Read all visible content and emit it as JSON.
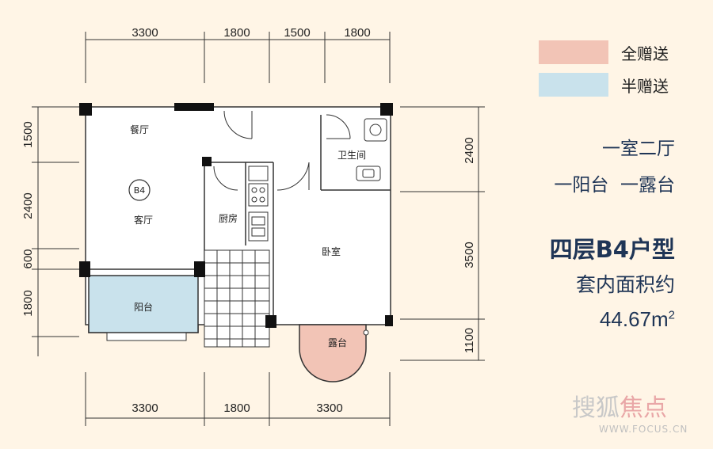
{
  "dimensions": {
    "top": [
      "3300",
      "1800",
      "1500",
      "1800"
    ],
    "bottom": [
      "3300",
      "1800",
      "3300"
    ],
    "left": [
      "1500",
      "2400",
      "600",
      "1800"
    ],
    "right": [
      "2400",
      "3500",
      "1100"
    ]
  },
  "rooms": {
    "dining": "餐厅",
    "living": "客厅",
    "unit_tag": "B4",
    "kitchen": "厨房",
    "bathroom": "卫生间",
    "bedroom": "卧室",
    "balcony": "阳台",
    "terrace": "露台"
  },
  "legend": [
    {
      "label": "全赠送",
      "color": "#f2c4b6"
    },
    {
      "label": "半赠送",
      "color": "#c9e2ec"
    }
  ],
  "info": {
    "layout": "一室二厅",
    "features": "一阳台  一露台",
    "unit_type": "四层B4户型",
    "area_label": "套内面积约",
    "area_value": "44.67m",
    "area_sup": "2"
  },
  "watermark": {
    "brand_a": "搜狐",
    "brand_b": "焦点",
    "url": "WWW.FOCUS.CN"
  }
}
